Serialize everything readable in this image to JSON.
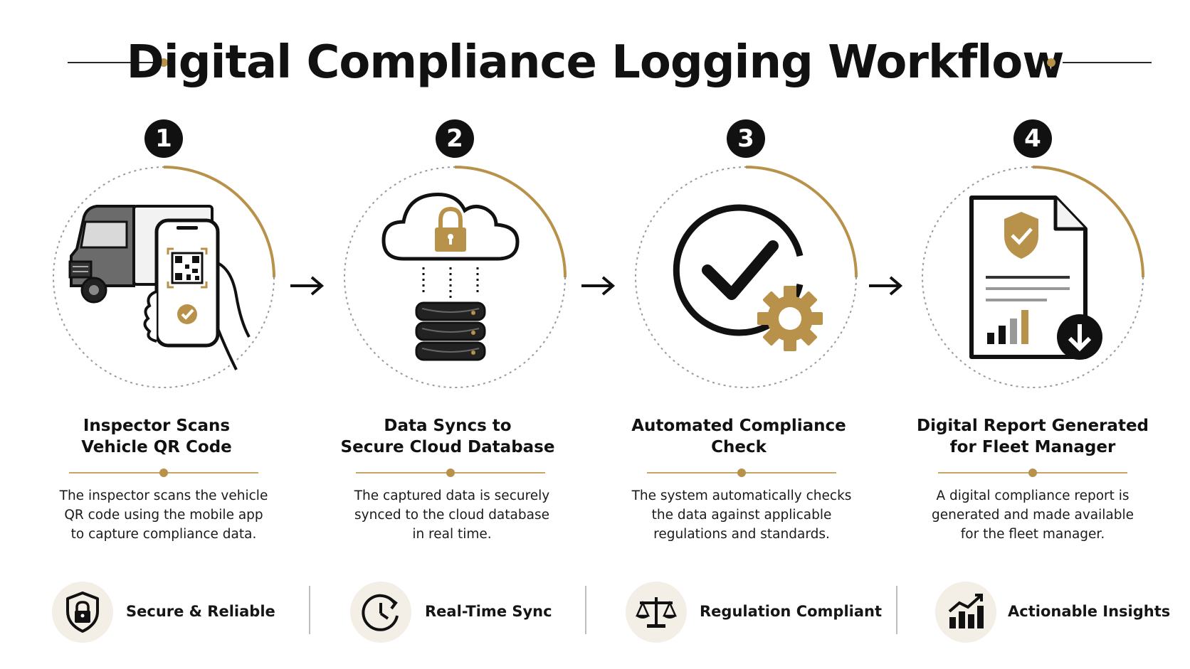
{
  "title": "Digital Compliance Logging Workflow",
  "colors": {
    "accent": "#b8924a",
    "ink": "#111111",
    "ring": "#9a9a9a",
    "feature_bg": "#f4efe6"
  },
  "steps": [
    {
      "number": "1",
      "title_line1": "Inspector Scans",
      "title_line2": "Vehicle QR Code",
      "desc_line1": "The inspector scans the vehicle",
      "desc_line2": "QR code using the mobile app",
      "desc_line3": "to capture compliance data.",
      "icon": "truck-phone-qr-icon"
    },
    {
      "number": "2",
      "title_line1": "Data Syncs to",
      "title_line2": "Secure Cloud Database",
      "desc_line1": "The captured data is securely",
      "desc_line2": "synced to the cloud database",
      "desc_line3": "in real time.",
      "icon": "cloud-lock-database-icon"
    },
    {
      "number": "3",
      "title_line1": "Automated Compliance",
      "title_line2": "Check",
      "desc_line1": "The system automatically checks",
      "desc_line2": "the data against applicable",
      "desc_line3": "regulations and standards.",
      "icon": "checkmark-gear-icon"
    },
    {
      "number": "4",
      "title_line1": "Digital Report Generated",
      "title_line2": "for Fleet Manager",
      "desc_line1": "A digital compliance report is",
      "desc_line2": "generated and made available",
      "desc_line3": "for the fleet manager.",
      "icon": "report-download-icon"
    }
  ],
  "features": [
    {
      "label": "Secure & Reliable",
      "icon": "shield-lock-icon"
    },
    {
      "label": "Real-Time Sync",
      "icon": "clock-sync-icon"
    },
    {
      "label": "Regulation Compliant",
      "icon": "balance-scale-icon"
    },
    {
      "label": "Actionable Insights",
      "icon": "growth-chart-icon"
    }
  ]
}
